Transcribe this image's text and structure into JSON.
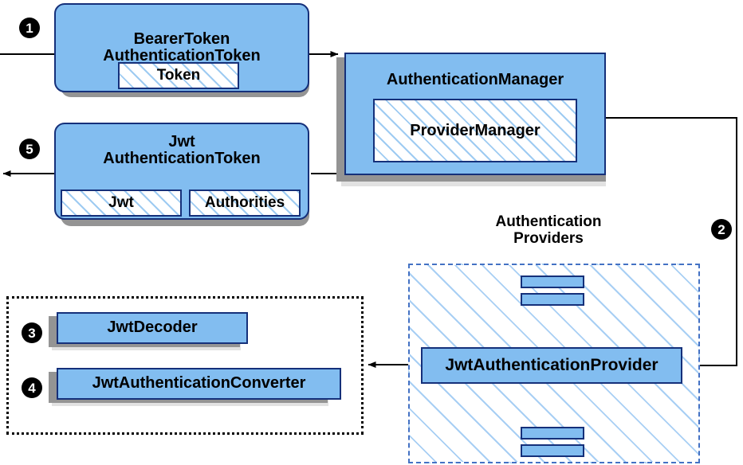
{
  "diagram": {
    "title": "Spring Security JWT Bearer Token Authentication Flow",
    "colors": {
      "node_fill": "#82bdf0",
      "node_border": "#15307a",
      "hatch_line": "#9ecbf2",
      "providers_border": "#4472c4",
      "dotted_border": "#000000",
      "shadow_dark": "#949494",
      "shadow_light": "#e2e2e2",
      "marker_fill": "#000000",
      "marker_text": "#ffffff",
      "arrow": "#000000",
      "background": "#ffffff"
    }
  },
  "markers": [
    {
      "id": "step-1",
      "label": "1"
    },
    {
      "id": "step-2",
      "label": "2"
    },
    {
      "id": "step-3",
      "label": "3"
    },
    {
      "id": "step-4",
      "label": "4"
    },
    {
      "id": "step-5",
      "label": "5"
    }
  ],
  "nodes": {
    "bearer_token": {
      "title_line1": "BearerToken",
      "title_line2": "AuthenticationToken",
      "inner": [
        {
          "label": "Token"
        }
      ]
    },
    "jwt_token": {
      "title_line1": "Jwt",
      "title_line2": "AuthenticationToken",
      "inner": [
        {
          "label": "Jwt"
        },
        {
          "label": "Authorities"
        }
      ]
    },
    "authentication_manager": {
      "title": "AuthenticationManager",
      "inner": [
        {
          "label": "ProviderManager"
        }
      ]
    },
    "jwt_authentication_provider": {
      "title": "JwtAuthenticationProvider"
    },
    "jwt_decoder": {
      "title": "JwtDecoder"
    },
    "jwt_authentication_converter": {
      "title": "JwtAuthenticationConverter"
    }
  },
  "groups": {
    "authentication_providers": {
      "label_line1": "Authentication",
      "label_line2": "Providers"
    },
    "jwt_support_group": {
      "label": ""
    }
  }
}
